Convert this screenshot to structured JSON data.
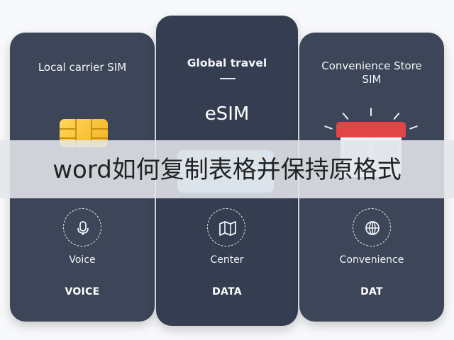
{
  "cards": {
    "left": {
      "title": "Local carrier SIM",
      "feature": "Voice",
      "label": "VOICE"
    },
    "center": {
      "title": "Global travel",
      "subtitle": "eSIM",
      "feature": "Center",
      "label": "DATA"
    },
    "right": {
      "title": "Convenience Store SIM",
      "feature": "Convenience",
      "label": "DAT"
    }
  },
  "banner": {
    "text": "word如何复制表格并保持原格式"
  },
  "icons": {
    "left": "microphone-icon",
    "center": "map-icon",
    "right": "globe-icon"
  },
  "colors": {
    "card_bg": "#3c4658",
    "chip": "#f4b322",
    "store_roof": "#e14545",
    "esim_card": "#9fc8ef"
  }
}
